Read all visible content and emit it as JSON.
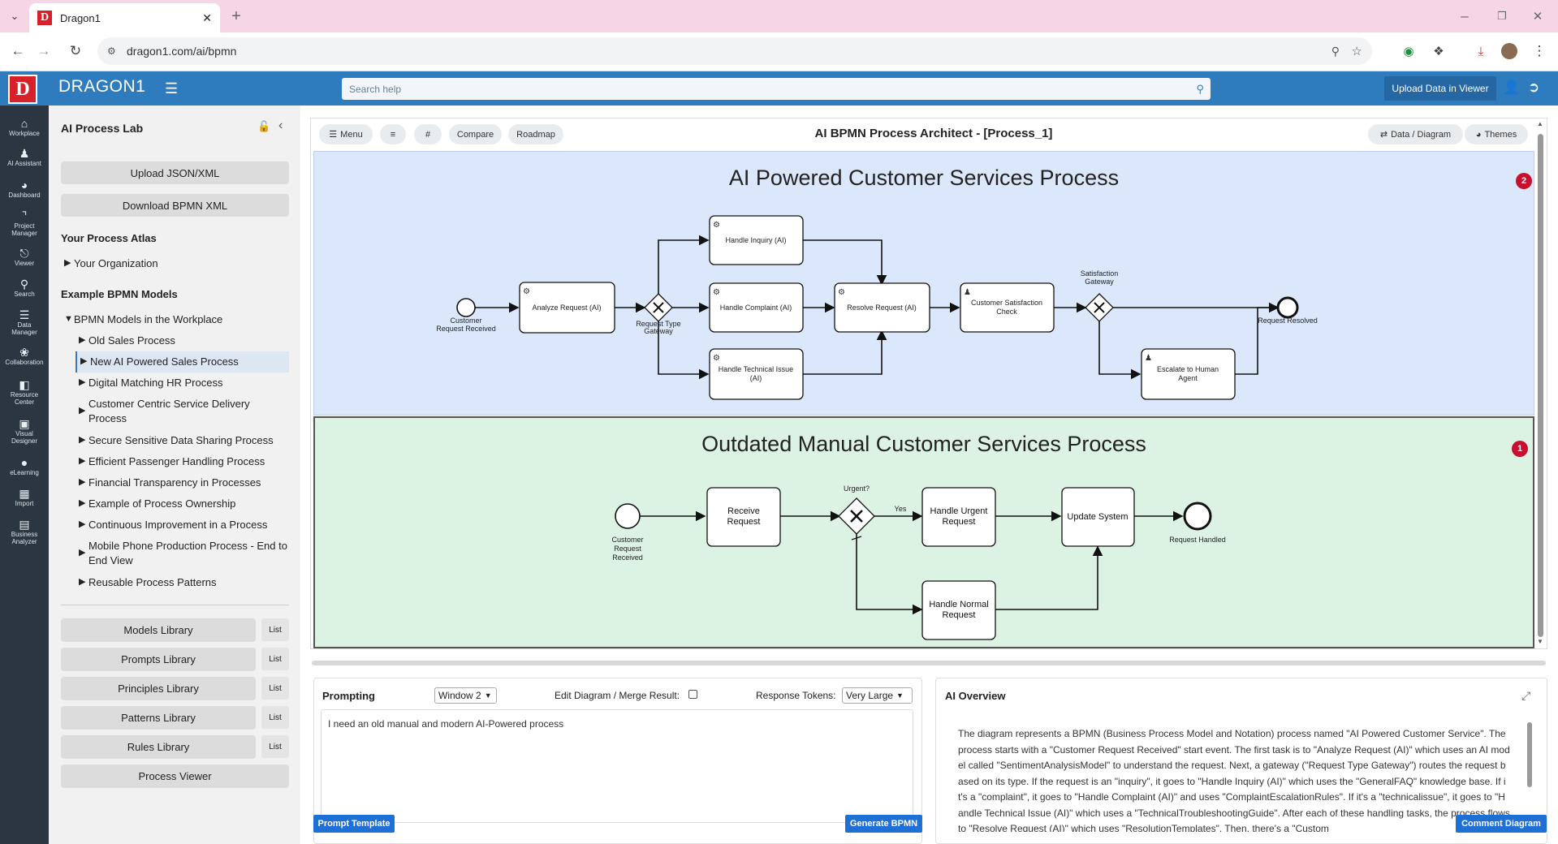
{
  "browser": {
    "tab_title": "Dragon1",
    "url": "dragon1.com/ai/bpmn",
    "favicon_letter": "D"
  },
  "header": {
    "logo_letter": "D",
    "brand": "DRAGON1",
    "search_placeholder": "Search help",
    "upload_viewer": "Upload Data in Viewer"
  },
  "rail": [
    {
      "label": "Workplace",
      "icon": "home-icon"
    },
    {
      "label": "AI Assistant",
      "icon": "ai-assistant-icon"
    },
    {
      "label": "Dashboard",
      "icon": "dashboard-icon"
    },
    {
      "label": "Project Manager",
      "icon": "project-icon"
    },
    {
      "label": "Viewer",
      "icon": "viewer-icon"
    },
    {
      "label": "Search",
      "icon": "search-icon"
    },
    {
      "label": "Data Manager",
      "icon": "data-manager-icon"
    },
    {
      "label": "Collaboration",
      "icon": "collaboration-icon"
    },
    {
      "label": "Resource Center",
      "icon": "resource-icon"
    },
    {
      "label": "Visual Designer",
      "icon": "image-icon"
    },
    {
      "label": "eLearning",
      "icon": "graduation-icon"
    },
    {
      "label": "Import",
      "icon": "import-icon"
    },
    {
      "label": "Business Analyzer",
      "icon": "analyzer-icon"
    }
  ],
  "sidebar": {
    "title": "AI Process Lab",
    "upload_btn": "Upload JSON/XML",
    "download_btn": "Download BPMN XML",
    "atlas_heading": "Your Process Atlas",
    "org_item": "Your Organization",
    "examples_heading": "Example BPMN Models",
    "folder": "BPMN Models in the Workplace",
    "models": [
      "Old Sales Process",
      "New AI Powered Sales Process",
      "Digital Matching HR Process",
      "Customer Centric Service Delivery Process",
      "Secure Sensitive Data Sharing Process",
      "Efficient Passenger Handling Process",
      "Financial Transparency in Processes",
      "Example of Process Ownership",
      "Continuous Improvement in a Process",
      "Mobile Phone Production Process - End to End View",
      "Reusable Process Patterns"
    ],
    "selected_model": "New AI Powered Sales Process",
    "libraries": [
      {
        "label": "Models Library",
        "list": "List"
      },
      {
        "label": "Prompts Library",
        "list": "List"
      },
      {
        "label": "Principles Library",
        "list": "List"
      },
      {
        "label": "Patterns Library",
        "list": "List"
      },
      {
        "label": "Rules Library",
        "list": "List"
      }
    ],
    "process_viewer": "Process Viewer"
  },
  "toolbar": {
    "menu": "Menu",
    "compare": "Compare",
    "roadmap": "Roadmap",
    "title": "AI BPMN Process Architect - [Process_1]",
    "data_diagram": "Data / Diagram",
    "themes": "Themes"
  },
  "diagram": {
    "ai_pool": {
      "title": "AI Powered Customer Services Process",
      "badge": "2",
      "start_label": [
        "Customer",
        "Request Received"
      ],
      "analyze": "Analyze Request (AI)",
      "gateway1_label": [
        "Request Type",
        "Gateway"
      ],
      "inquiry": "Handle Inquiry (AI)",
      "complaint": "Handle Complaint (AI)",
      "technical": [
        "Handle Technical Issue",
        "(AI)"
      ],
      "resolve": "Resolve Request (AI)",
      "satisfaction_check": [
        "Customer Satisfaction",
        "Check"
      ],
      "gateway2_label": [
        "Satisfaction",
        "Gateway"
      ],
      "escalate": [
        "Escalate to Human",
        "Agent"
      ],
      "end_label": "Request Resolved"
    },
    "manual_pool": {
      "title": "Outdated Manual Customer Services Process",
      "badge": "1",
      "start_label": [
        "Customer",
        "Request",
        "Received"
      ],
      "receive": [
        "Receive",
        "Request"
      ],
      "gateway_label": "Urgent?",
      "yes_label": "Yes",
      "urgent": [
        "Handle Urgent",
        "Request"
      ],
      "update": "Update System",
      "normal": [
        "Handle Normal",
        "Request"
      ],
      "end_label": "Request Handled"
    }
  },
  "prompting": {
    "title": "Prompting",
    "window_select": "Window 2",
    "edit_merge": "Edit Diagram / Merge Result:",
    "tokens_label": "Response Tokens:",
    "tokens_select": "Very Large",
    "prompt_text": "I need an old manual and modern AI-Powered process",
    "prompt_template_btn": "Prompt Template",
    "generate_btn": "Generate BPMN"
  },
  "overview": {
    "title": "AI Overview",
    "text": "The diagram represents a BPMN (Business Process Model and Notation) process named \"AI Powered Customer Service\". The process starts with a \"Customer Request Received\" start event. The first task is to \"Analyze Request (AI)\" which uses an AI model called \"SentimentAnalysisModel\" to understand the request. Next, a gateway (\"Request Type Gateway\") routes the request based on its type. If the request is an \"inquiry\", it goes to \"Handle Inquiry (AI)\" which uses the \"GeneralFAQ\" knowledge base. If it's a \"complaint\", it goes to \"Handle Complaint (AI)\" and uses \"ComplaintEscalationRules\". If it's a \"technicalissue\", it goes to \"Handle Technical Issue (AI)\" which uses a \"TechnicalTroubleshootingGuide\". After each of these handling tasks, the process flows to \"Resolve Request (AI)\" which uses \"ResolutionTemplates\". Then, there's a \"Custom",
    "comment_btn": "Comment Diagram"
  },
  "colors": {
    "brand_blue": "#2e7bbd",
    "ai_pool_bg": "#dbe8fb",
    "manual_pool_bg": "#dcf3e3",
    "badge_red": "#c8102e",
    "action_blue": "#1e6fd6"
  }
}
